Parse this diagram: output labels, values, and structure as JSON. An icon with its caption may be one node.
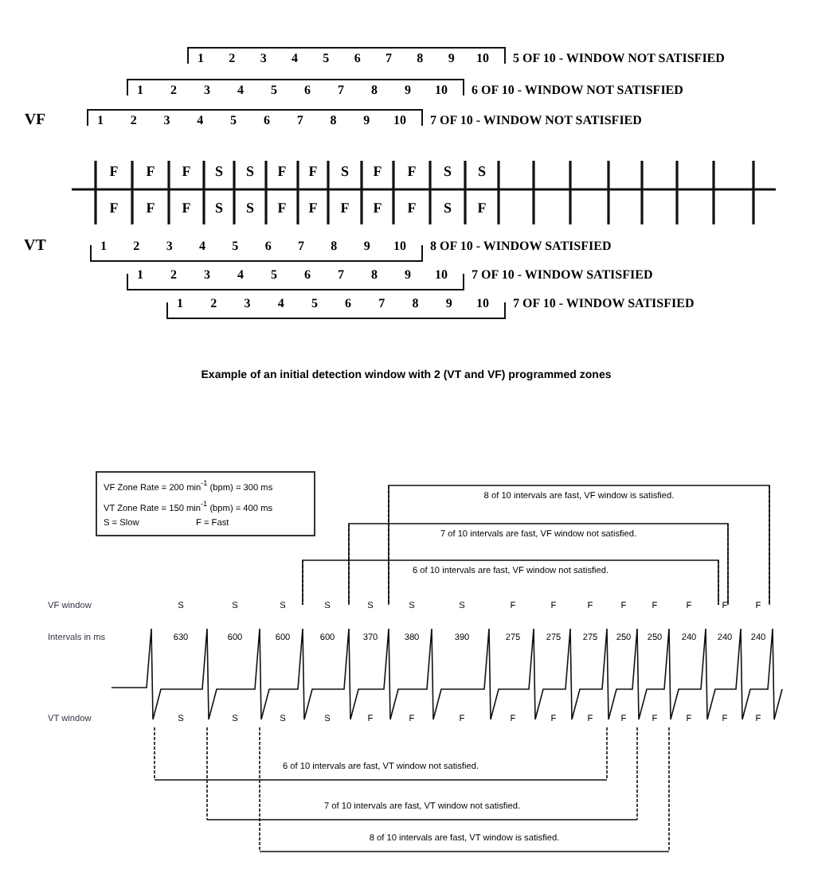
{
  "diagram": {
    "caption": "Example of an initial detection window with 2 (VT and VF) programmed zones",
    "nodes": [
      {
        "text": [
          "VF Zone Rate = 200 min$^{-1}$ (bpm) = 300 ms",
          "VT Zone Rate = 150 min$^{-1}$ (bpm) = 400 ms",
          "S = Slow",
          "F = Fast"
        ]
      }
    ],
    "labels": [
      "1",
      "2",
      "3",
      "4",
      "5",
      "6",
      "7",
      "8",
      "9",
      "10",
      "5 OF 10 - WINDOW NOT SATISFIED",
      "1",
      "2",
      "3",
      "4",
      "5",
      "6",
      "7",
      "8",
      "9",
      "10",
      "6 OF 10 - WINDOW NOT SATISFIED",
      "VF",
      "1",
      "2",
      "3",
      "4",
      "5",
      "6",
      "7",
      "8",
      "9",
      "10",
      "7 OF 10 - WINDOW NOT SATISFIED",
      "F",
      "F",
      "F",
      "S",
      "S",
      "F",
      "F",
      "S",
      "F",
      "F",
      "S",
      "S",
      "F",
      "F",
      "F",
      "S",
      "S",
      "F",
      "F",
      "F",
      "F",
      "F",
      "S",
      "F",
      "VT",
      "1",
      "2",
      "3",
      "4",
      "5",
      "6",
      "7",
      "8",
      "9",
      "10",
      "8 OF 10 - WINDOW SATISFIED",
      "1",
      "2",
      "3",
      "4",
      "5",
      "6",
      "7",
      "8",
      "9",
      "10",
      "7 OF 10 - WINDOW SATISFIED",
      "1",
      "2",
      "3",
      "4",
      "5",
      "6",
      "7",
      "8",
      "9",
      "10",
      "7 OF 10 - WINDOW SATISFIED",
      "8 of 10 intervals are fast, VF window is satisfied.",
      "7 of 10 intervals are fast, VF window not satisfied.",
      "6 of 10 intervals are fast, VF window not satisfied.",
      "VF window",
      "S",
      "S",
      "S",
      "S",
      "S",
      "S",
      "S",
      "F",
      "F",
      "F",
      "F",
      "F",
      "F",
      "F",
      "F",
      "Intervals in ms",
      "630",
      "600",
      "600",
      "600",
      "370",
      "380",
      "390",
      "275",
      "275",
      "275",
      "250",
      "250",
      "240",
      "240",
      "240",
      "VT window",
      "S",
      "S",
      "S",
      "S",
      "F",
      "F",
      "F",
      "F",
      "F",
      "F",
      "F",
      "F",
      "F",
      "F",
      "F",
      "6 of 10 intervals are fast, VT window not satisfied.",
      "7 of 10 intervals are fast, VT window not satisfied.",
      "8 of 10 intervals are fast, VT window is satisfied."
    ]
  }
}
